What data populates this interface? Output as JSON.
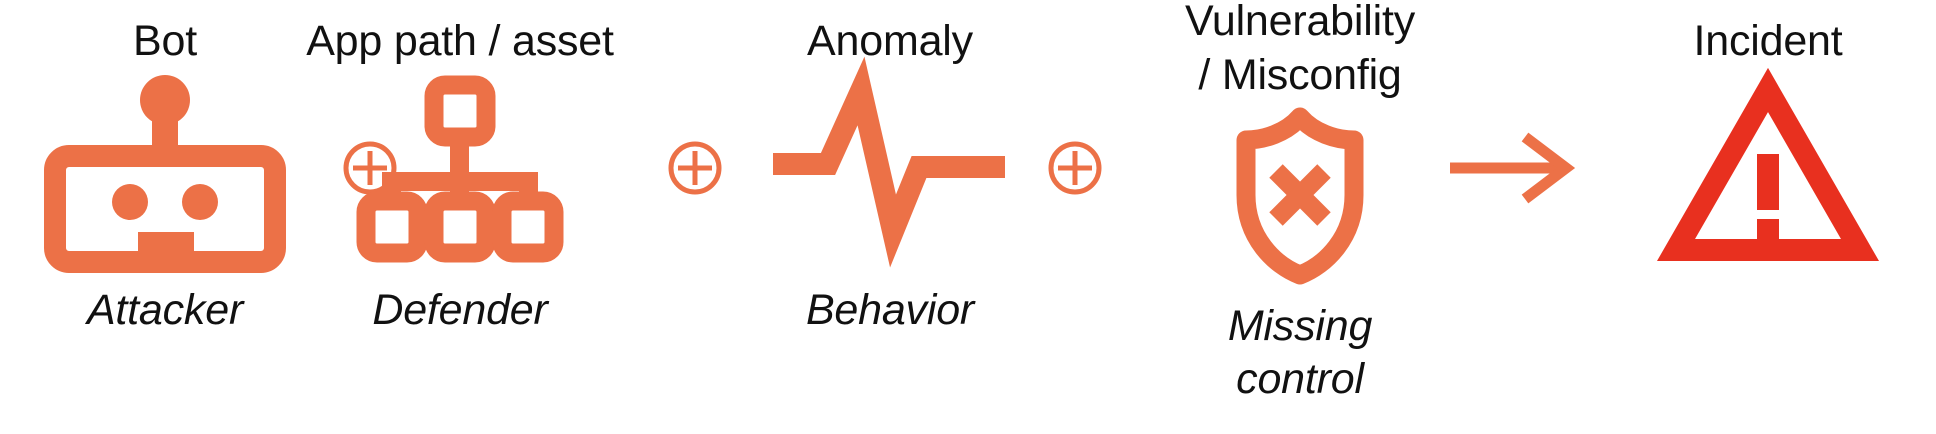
{
  "diagram": {
    "title": "Attack chain formula",
    "accent_color": "#EC7147",
    "alert_color": "#E8301F",
    "text_color": "#111111",
    "background_color": "#FFFFFF"
  },
  "stages": [
    {
      "id": "attacker",
      "top_label": "Bot",
      "bottom_label": "Attacker",
      "icon": "robot-icon",
      "icon_color": "#EC7147"
    },
    {
      "id": "defender",
      "top_label": "App path / asset",
      "bottom_label": "Defender",
      "icon": "hierarchy-tree-icon",
      "icon_color": "#EC7147"
    },
    {
      "id": "behavior",
      "top_label": "Anomaly",
      "bottom_label": "Behavior",
      "icon": "pulse-line-icon",
      "icon_color": "#EC7147"
    },
    {
      "id": "missing-control",
      "top_label": "Vulnerability\n/ Misconfig",
      "bottom_label": "Missing\ncontrol",
      "icon": "shield-x-icon",
      "icon_color": "#EC7147"
    },
    {
      "id": "incident",
      "top_label": "Incident",
      "bottom_label": "",
      "icon": "warning-triangle-icon",
      "icon_color": "#E8301F"
    }
  ],
  "connectors": [
    {
      "id": "plus-1",
      "symbol": "plus-circle-icon",
      "meaning": "plus",
      "color": "#EC7147"
    },
    {
      "id": "plus-2",
      "symbol": "plus-circle-icon",
      "meaning": "plus",
      "color": "#EC7147"
    },
    {
      "id": "plus-3",
      "symbol": "plus-circle-icon",
      "meaning": "plus",
      "color": "#EC7147"
    },
    {
      "id": "arrow-1",
      "symbol": "arrow-right-icon",
      "meaning": "leads to",
      "color": "#EC7147"
    }
  ]
}
